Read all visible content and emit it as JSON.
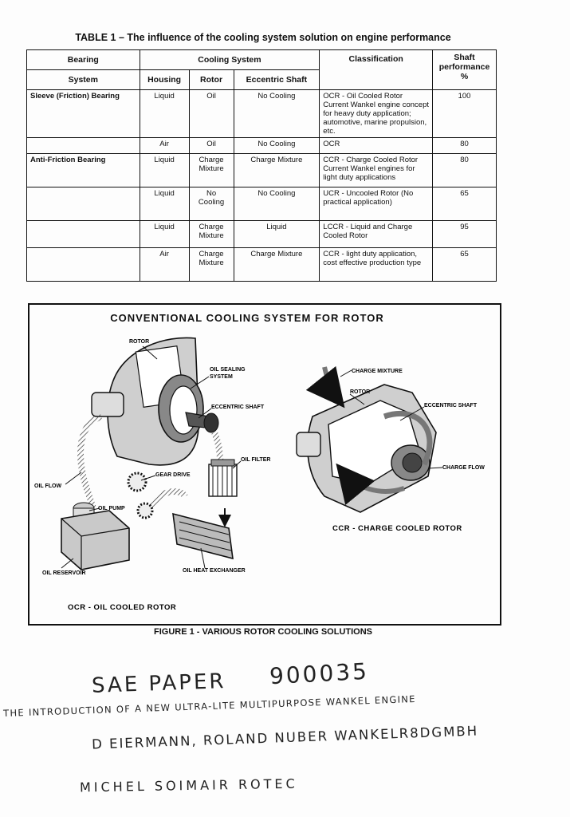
{
  "table": {
    "title": "TABLE 1 – The influence of the cooling system solution on engine performance",
    "headers": {
      "bearing_top": "Bearing",
      "bearing_bottom": "System",
      "cooling_system": "Cooling System",
      "housing": "Housing",
      "rotor": "Rotor",
      "eccentric_shaft": "Eccentric Shaft",
      "classification": "Classification",
      "shaft_performance": "Shaft performance %"
    },
    "rows": [
      {
        "bearing": "Sleeve (Friction) Bearing",
        "housing": "Liquid",
        "rotor": "Oil",
        "shaft": "No Cooling",
        "classification": "OCR - Oil Cooled Rotor Current Wankel engine concept for heavy duty application; automotive, marine propulsion, etc.",
        "performance": "100"
      },
      {
        "bearing": "",
        "housing": "Air",
        "rotor": "Oil",
        "shaft": "No Cooling",
        "classification": "OCR",
        "performance": "80"
      },
      {
        "bearing": "Anti-Friction Bearing",
        "housing": "Liquid",
        "rotor": "Charge Mixture",
        "shaft": "Charge Mixture",
        "classification": "CCR - Charge Cooled Rotor Current Wankel engines for light duty applications",
        "performance": "80"
      },
      {
        "bearing": "",
        "housing": "Liquid",
        "rotor": "No Cooling",
        "shaft": "No Cooling",
        "classification": "UCR - Uncooled Rotor (No practical application)",
        "performance": "65"
      },
      {
        "bearing": "",
        "housing": "Liquid",
        "rotor": "Charge Mixture",
        "shaft": "Liquid",
        "classification": "LCCR - Liquid and Charge Cooled Rotor",
        "performance": "95"
      },
      {
        "bearing": "",
        "housing": "Air",
        "rotor": "Charge Mixture",
        "shaft": "Charge Mixture",
        "classification": "CCR - light duty application, cost effective production type",
        "performance": "65"
      }
    ]
  },
  "figure": {
    "title": "CONVENTIONAL COOLING SYSTEM FOR ROTOR",
    "labels": {
      "rotor": "ROTOR",
      "oil_sealing": "OIL SEALING",
      "system": "SYSTEM",
      "eccentric_shaft": "ECCENTRIC SHAFT",
      "oil_filter": "OIL FILTER",
      "gear_drive": "GEAR DRIVE",
      "oil_flow": "OIL FLOW",
      "oil_pump": "OIL PUMP",
      "oil_reservoir": "OIL RESERVOIR",
      "oil_heat_exchanger": "OIL HEAT EXCHANGER",
      "ocr_caption": "OCR - OIL COOLED ROTOR",
      "charge_mixture": "CHARGE MIXTURE",
      "rotor_right": "ROTOR",
      "eccentric_shaft_right": "ECCENTRIC SHAFT",
      "charge_flow": "CHARGE FLOW",
      "ccr_caption": "CCR - CHARGE COOLED ROTOR"
    },
    "caption": "FIGURE 1 - VARIOUS ROTOR COOLING SOLUTIONS"
  },
  "handwriting": {
    "line1a": "SAE PAPER",
    "line1b": "900035",
    "line2": "THE INTRODUCTION OF A NEW ULTRA-LITE MULTIPURPOSE WANKEL ENGINE",
    "line3": "D EIERMANN, ROLAND NUBER WANKELR8DGMBH",
    "line4": "MICHEL SOIMAIR ROTEC"
  }
}
